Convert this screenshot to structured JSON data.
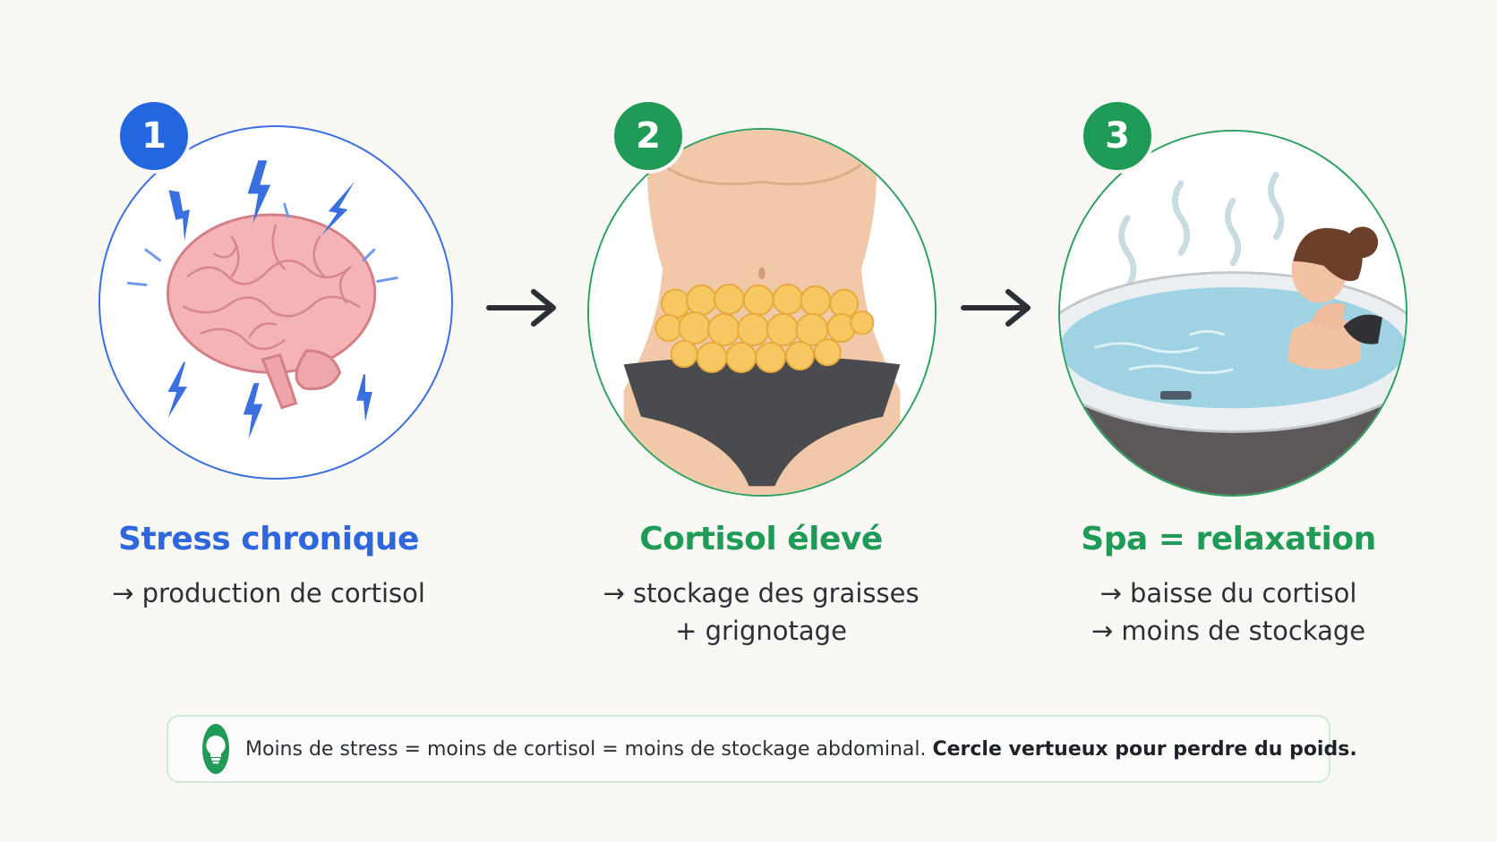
{
  "steps": [
    {
      "number": "1",
      "title": "Stress chronique",
      "lines": [
        "→ production de cortisol"
      ],
      "color": "#2e66dc",
      "icon": "brain-stress-icon"
    },
    {
      "number": "2",
      "title": "Cortisol élevé",
      "lines": [
        "→ stockage des graisses",
        "+ grignotage"
      ],
      "color": "#1f9a57",
      "icon": "belly-fat-icon"
    },
    {
      "number": "3",
      "title": "Spa = relaxation",
      "lines": [
        "→ baisse du cortisol",
        "→ moins de stockage"
      ],
      "color": "#1f9a57",
      "icon": "spa-relax-icon"
    }
  ],
  "tip": {
    "icon": "lightbulb-icon",
    "text": "Moins de stress = moins de cortisol = moins de stockage abdominal. ",
    "bold": "Cercle vertueux pour perdre du poids."
  }
}
